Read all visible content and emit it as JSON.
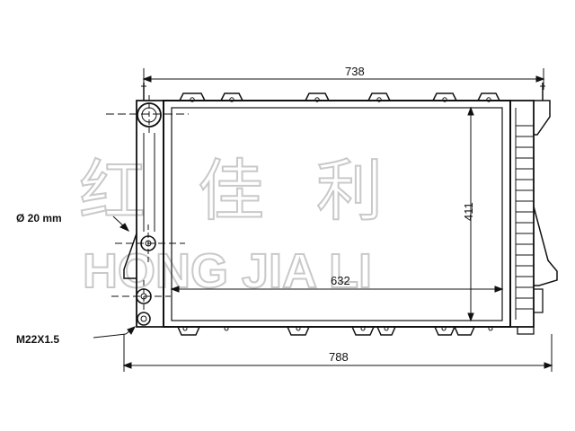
{
  "dimensions": {
    "top_width": "738",
    "core_width": "632",
    "core_height": "411",
    "overall_width": "788"
  },
  "callouts": {
    "pipe_diameter": "Ø 20 mm",
    "thread": "M22X1.5"
  },
  "watermark": {
    "chinese": "红佳利",
    "latin": "HONG JIA LI"
  }
}
